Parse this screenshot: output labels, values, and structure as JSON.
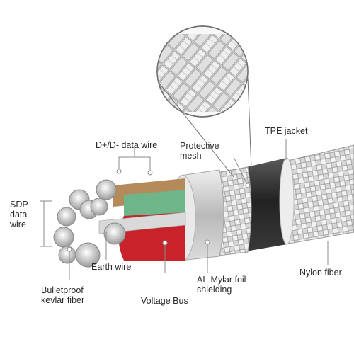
{
  "labels": {
    "data_wire": "D+/D- data wire",
    "protective_mesh": [
      "Protective",
      "mesh"
    ],
    "tpe_jacket": "TPE jacket",
    "sdp_data_wire": [
      "SDP",
      "data",
      "wire"
    ],
    "earth_wire": "Earth wire",
    "bulletproof_kevlar": [
      "Bulletproof",
      "kevlar fiber"
    ],
    "voltage_bus": "Voltage Bus",
    "al_mylar": [
      "AL-Mylar foil",
      "shielding"
    ],
    "nylon_fiber": "Nylon fiber"
  },
  "colors": {
    "leader_line": "#8a8a8a",
    "tpe_jacket": "#2b2b2b",
    "foil": "#c9c9c9",
    "voltage_bus_insulation": "#c8232b",
    "data_wire_tan": "#b58a5a",
    "data_wire_green": "#6fb58a",
    "copper_strand": "#d8d8d8"
  }
}
